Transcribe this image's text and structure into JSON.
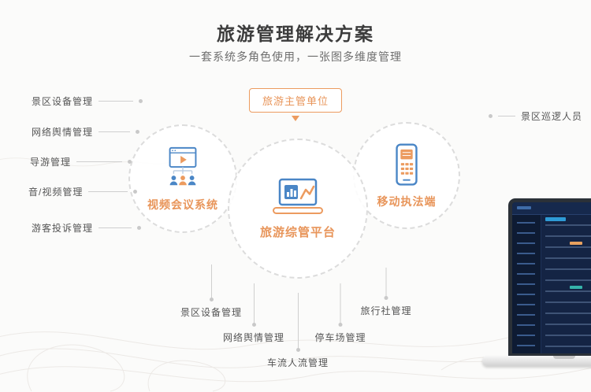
{
  "header": {
    "title": "旅游管理解决方案",
    "subtitle": "一套系统多角色使用，一张图多维度管理"
  },
  "badge": {
    "label": "旅游主管单位"
  },
  "nodes": {
    "video": {
      "label": "视频会议系统",
      "icon": "video-conference-icon"
    },
    "platform": {
      "label": "旅游综管平台",
      "icon": "laptop-chart-icon"
    },
    "mobile": {
      "label": "移动执法端",
      "icon": "mobile-device-icon"
    }
  },
  "left_items": [
    "景区设备管理",
    "网络舆情管理",
    "导游管理",
    "音/视频管理",
    "游客投诉管理"
  ],
  "right_items": [
    "景区巡逻人员"
  ],
  "bottom_items": [
    "景区设备管理",
    "网络舆情管理",
    "车流人流管理",
    "停车场管理",
    "旅行社管理"
  ],
  "colors": {
    "accent": "#EC9B5F",
    "blue": "#4A86C6",
    "ring": "#DCDCDC",
    "text": "#555555",
    "background": "#FBFBFA"
  }
}
